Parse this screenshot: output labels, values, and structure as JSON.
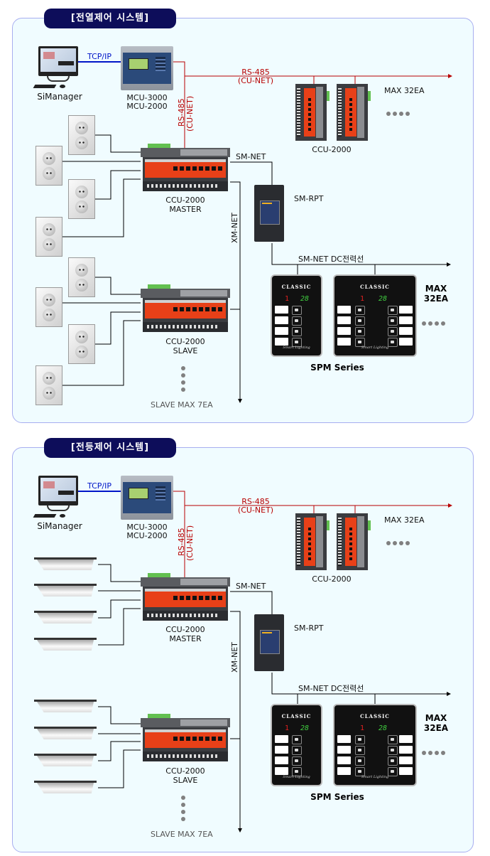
{
  "sections": [
    {
      "title": "[전열제어 시스템]",
      "load_type": "socket",
      "simanager": "SiManager",
      "tcpip": "TCP/IP",
      "mcu_line1": "MCU-3000",
      "mcu_line2": "MCU-2000",
      "rs485_h_1": "RS-485",
      "rs485_h_2": "(CU-NET)",
      "rs485_v_1": "RS-485",
      "rs485_v_2": "(CU-NET)",
      "ccu_group_label": "CCU-2000",
      "max_ccu": "MAX 32EA",
      "smnet": "SM-NET",
      "smrpt": "SM-RPT",
      "xmnet": "XM-NET",
      "master_line1": "CCU-2000",
      "master_line2": "MASTER",
      "slave_line1": "CCU-2000",
      "slave_line2": "SLAVE",
      "slave_max": "SLAVE MAX 7EA",
      "smnet_dc": "SM-NET  DC전력선",
      "spm_max_1": "MAX",
      "spm_max_2": "32EA",
      "spm_series": "SPM Series"
    },
    {
      "title": "[전등제어 시스템]",
      "load_type": "lamp",
      "simanager": "SiManager",
      "tcpip": "TCP/IP",
      "mcu_line1": "MCU-3000",
      "mcu_line2": "MCU-2000",
      "rs485_h_1": "RS-485",
      "rs485_h_2": "(CU-NET)",
      "rs485_v_1": "RS-485",
      "rs485_v_2": "(CU-NET)",
      "ccu_group_label": "CCU-2000",
      "max_ccu": "MAX 32EA",
      "smnet": "SM-NET",
      "smrpt": "SM-RPT",
      "xmnet": "XM-NET",
      "master_line1": "CCU-2000",
      "master_line2": "MASTER",
      "slave_line1": "CCU-2000",
      "slave_line2": "SLAVE",
      "slave_max": "SLAVE MAX 7EA",
      "smnet_dc": "SM-NET  DC전력선",
      "spm_max_1": "MAX",
      "spm_max_2": "32EA",
      "spm_series": "SPM Series"
    }
  ],
  "spm_panel": {
    "brand": "CLASSIC",
    "channel": "1",
    "temperature": "28",
    "tagline": "Smart Lighting"
  },
  "colors": {
    "title_bg": "#0d0d5a",
    "panel_bg": "#f0fcff",
    "panel_border": "#a8aef0",
    "rs485": "#b80000",
    "tcpip": "#0015c8",
    "ccu_orange": "#e84018"
  }
}
